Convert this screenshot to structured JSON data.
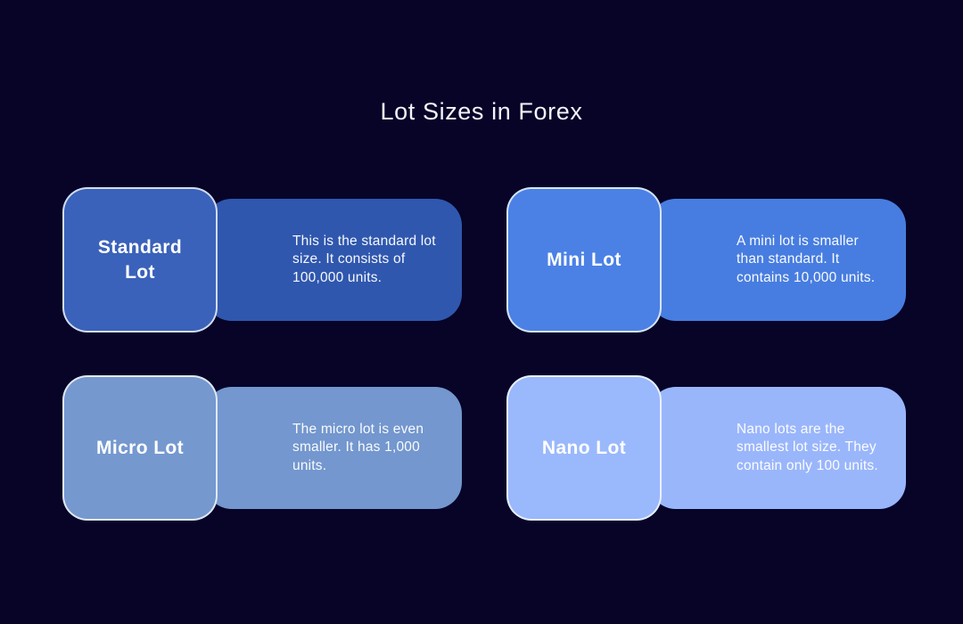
{
  "page": {
    "title": "Lot Sizes in Forex",
    "background_color": "#070428",
    "title_color": "#f3f5fb"
  },
  "cards": [
    {
      "id": "standard-lot",
      "label": "Standard Lot",
      "description": "This is the standard lot size. It consists of 100,000 units.",
      "square_color": "#3a62ba",
      "panel_color": "#2f57ae"
    },
    {
      "id": "mini-lot",
      "label": "Mini Lot",
      "description": "A mini lot is smaller than standard. It contains 10,000 units.",
      "square_color": "#4b81e5",
      "panel_color": "#477de0"
    },
    {
      "id": "micro-lot",
      "label": "Micro Lot",
      "description": "The micro lot is even smaller. It has 1,000 units.",
      "square_color": "#7598cf",
      "panel_color": "#7397ce"
    },
    {
      "id": "nano-lot",
      "label": "Nano Lot",
      "description": "Nano lots are the smallest lot size. They contain only 100 units.",
      "square_color": "#9ab8fc",
      "panel_color": "#9ab6fb"
    }
  ]
}
